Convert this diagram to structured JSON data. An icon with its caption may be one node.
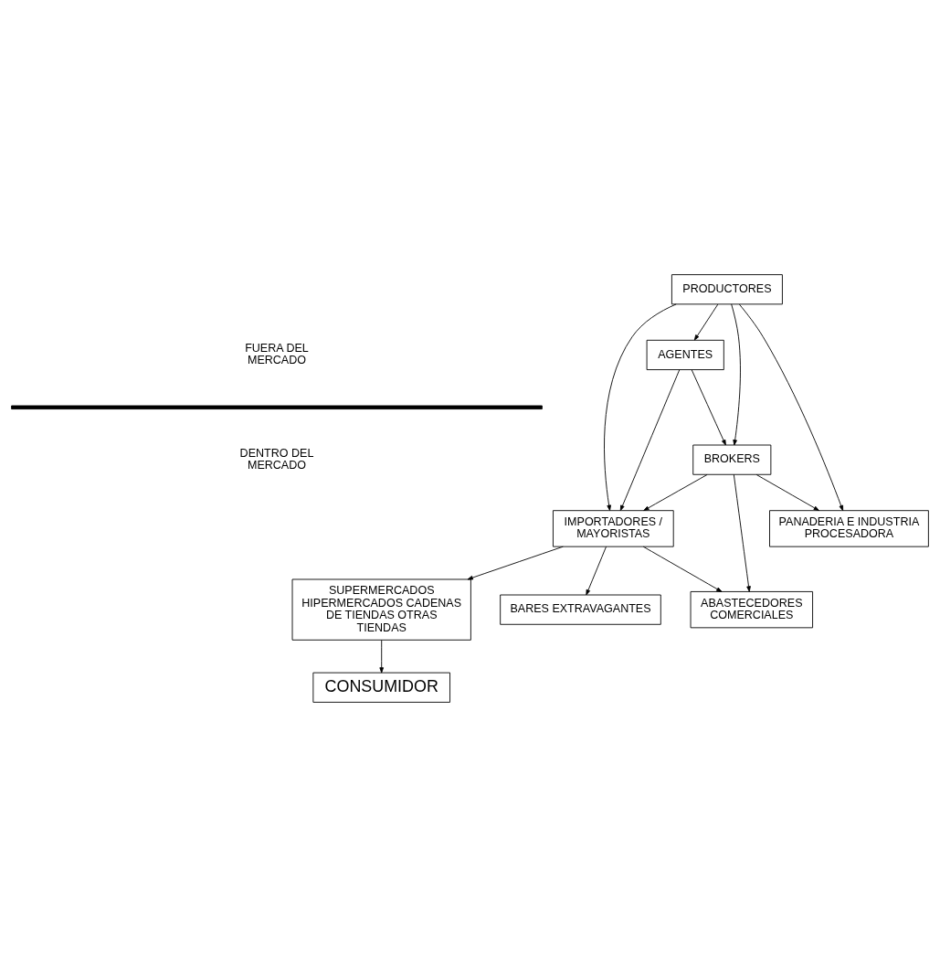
{
  "diagram": {
    "nodes": [
      {
        "text": [
          "PRODUCTORES"
        ]
      },
      {
        "text": [
          "AGENTES"
        ]
      },
      {
        "text": [
          "BROKERS"
        ]
      },
      {
        "text": [
          "IMPORTADORES / MAYORISTAS"
        ]
      },
      {
        "text": [
          "ABASTECEDORES COMERCIALES"
        ]
      },
      {
        "text": [
          "PANADERIA E INDUSTRIA PROCESADORA"
        ]
      },
      {
        "text": [
          "SUPERMERCADOS HIPERMERCADOS CADENAS DE TIENDAS OTRAS TIENDAS"
        ]
      },
      {
        "text": [
          "BARES EXTRAVAGANTES"
        ]
      },
      {
        "text": [
          "CONSUMIDOR"
        ]
      }
    ],
    "edges": [
      {
        "from": 0,
        "to": 1,
        "arrow": "to"
      },
      {
        "from": 0,
        "to": 2,
        "arrow": "to"
      },
      {
        "from": 1,
        "to": 2,
        "arrow": "to"
      },
      {
        "from": 1,
        "to": 3,
        "arrow": "to"
      },
      {
        "from": 0,
        "to": 3,
        "arrow": "to"
      },
      {
        "from": 0,
        "to": 5,
        "arrow": "to"
      },
      {
        "from": 2,
        "to": 3,
        "arrow": "to"
      },
      {
        "from": 2,
        "to": 4,
        "arrow": "to"
      },
      {
        "from": 2,
        "to": 5,
        "arrow": "to"
      },
      {
        "from": 3,
        "to": 4,
        "arrow": "to"
      },
      {
        "from": 3,
        "to": 6,
        "arrow": "to"
      },
      {
        "from": 3,
        "to": 7,
        "arrow": "to"
      },
      {
        "from": 6,
        "to": 8,
        "arrow": "to"
      }
    ],
    "labels": [
      "FUERA DEL MERCADO",
      "DENTRO DEL MERCADO"
    ]
  }
}
